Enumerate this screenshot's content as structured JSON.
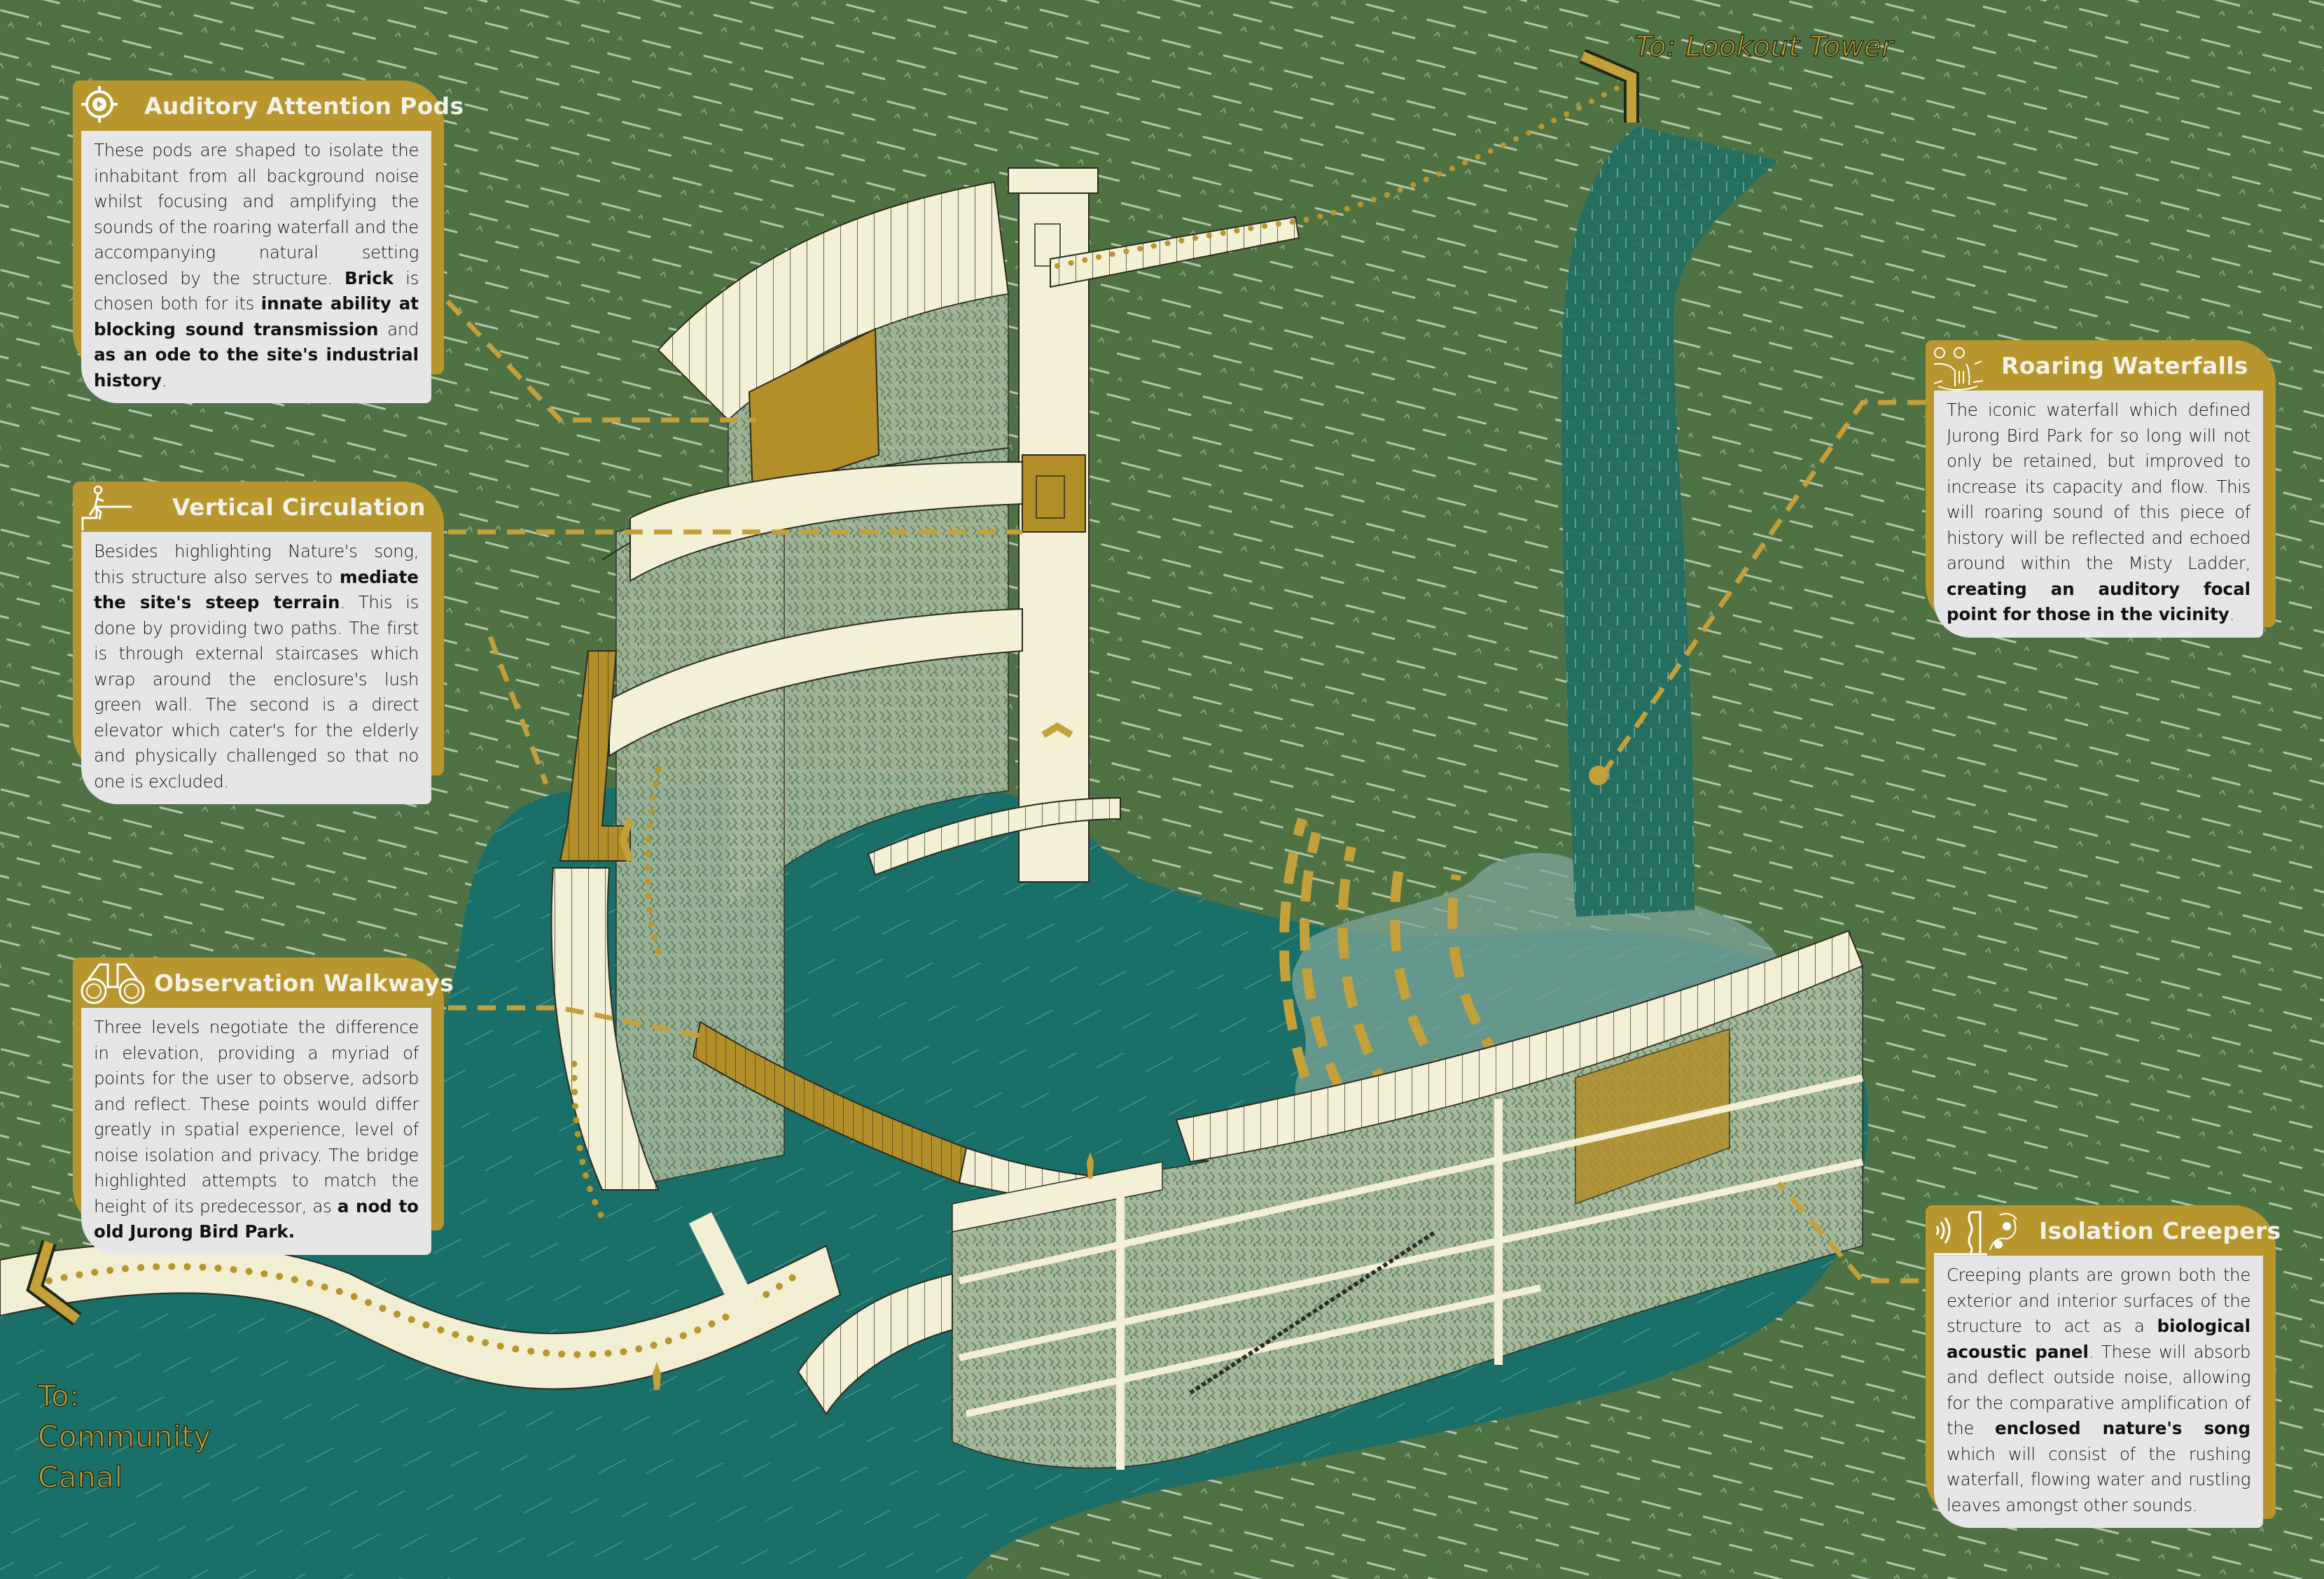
{
  "colors": {
    "grass": "#4f7245",
    "water": "#1a6f68",
    "waterfall": "#246e62",
    "mist": "#7fa59a",
    "structure": "#f3f0d6",
    "creeper": "#8da383",
    "accent_gold": "#b8962e",
    "box_body": "#e6e6e8"
  },
  "destinations": {
    "lookout": "To: Lookout Tower",
    "canal_line1": "To:",
    "canal_line2": "Community",
    "canal_line3": "Canal"
  },
  "callouts": [
    {
      "id": "auditory-attention-pods",
      "icon": "target-play-icon",
      "title": "Auditory Attention Pods",
      "segments": [
        {
          "t": "These pods are shaped to isolate the inhabitant from all background noise whilst focusing and amplifying the sounds of the roaring waterfall and the accompanying natural setting enclosed by the structure. ",
          "b": false
        },
        {
          "t": "Brick",
          "b": true
        },
        {
          "t": " is chosen both for its ",
          "b": false
        },
        {
          "t": "innate ability at blocking sound transmission",
          "b": true
        },
        {
          "t": " and ",
          "b": false
        },
        {
          "t": "as an ode to the site's industrial history",
          "b": true
        },
        {
          "t": ".",
          "b": false
        }
      ]
    },
    {
      "id": "vertical-circulation",
      "icon": "person-climbing-stairs-icon",
      "title": "Vertical Circulation",
      "segments": [
        {
          "t": "Besides highlighting Nature's song, this structure also serves to ",
          "b": false
        },
        {
          "t": "mediate the site's steep terrain",
          "b": true
        },
        {
          "t": ". This is done by providing two paths. The first is through external staircases which wrap around the enclosure's lush green wall. The second is a direct elevator which cater's for the elderly and physically challenged so that no one is excluded.",
          "b": false
        }
      ]
    },
    {
      "id": "observation-walkways",
      "icon": "binoculars-icon",
      "title": "Observation Walkways",
      "segments": [
        {
          "t": "Three levels negotiate the difference in elevation, providing a myriad of points for the user to observe, adsorb and reflect. These points would differ greatly in spatial experience, level of noise isolation and privacy. The bridge highlighted attempts to match the height of its predecessor, as ",
          "b": false
        },
        {
          "t": "a nod to old Jurong Bird Park.",
          "b": true
        }
      ]
    },
    {
      "id": "roaring-waterfalls",
      "icon": "waterfall-trees-icon",
      "title": "Roaring Waterfalls",
      "segments": [
        {
          "t": "The iconic waterfall which defined Jurong Bird Park for so long will not only be retained, but improved to increase its capacity and flow. This will roaring sound of this piece of history will be reflected and echoed around within the Misty Ladder, ",
          "b": false
        },
        {
          "t": "creating an auditory focal point for those in the vicinity",
          "b": true
        },
        {
          "t": ".",
          "b": false
        }
      ]
    },
    {
      "id": "isolation-creepers",
      "icon": "sound-wall-vine-icon",
      "title": "Isolation Creepers",
      "segments": [
        {
          "t": "Creeping plants are grown both the exterior and interior surfaces of the structure to act as a ",
          "b": false
        },
        {
          "t": "biological acoustic panel",
          "b": true
        },
        {
          "t": ". These will absorb and deflect outside noise, allowing for the comparative amplification of the ",
          "b": false
        },
        {
          "t": "enclosed nature's song",
          "b": true
        },
        {
          "t": " which will consist of the rushing waterfall, flowing water and rustling leaves amongst other sounds.",
          "b": false
        }
      ]
    }
  ]
}
